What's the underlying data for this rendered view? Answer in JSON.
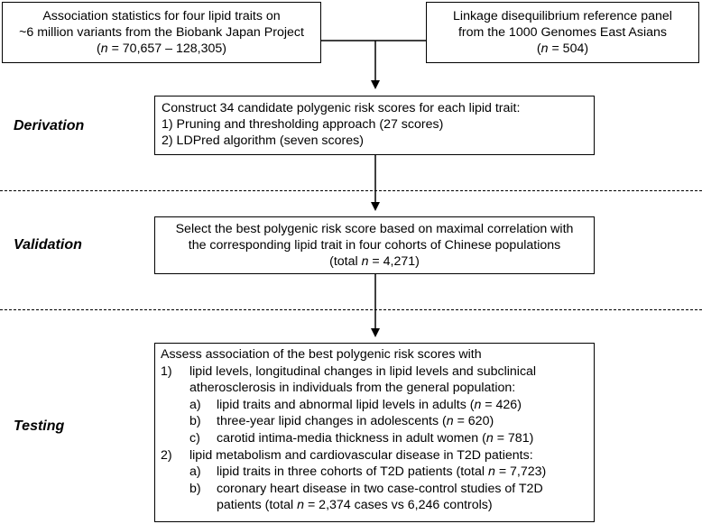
{
  "source_gwas": {
    "line1": "Association statistics for four lipid traits on",
    "line2": "~6 million variants from the Biobank Japan Project",
    "n_prefix": "(",
    "n_symbol": "n",
    "n_suffix": " = 70,657 – 128,305)"
  },
  "source_ld": {
    "line1": "Linkage disequilibrium reference panel",
    "line2": "from the 1000 Genomes East Asians",
    "n_prefix": "(",
    "n_symbol": "n",
    "n_suffix": " = 504)"
  },
  "stages": {
    "derivation": "Derivation",
    "validation": "Validation",
    "testing": "Testing"
  },
  "derivation_box": {
    "line1": "Construct 34 candidate polygenic risk scores for each lipid trait:",
    "line2": "1) Pruning and thresholding approach (27 scores)",
    "line3": "2) LDPred algorithm (seven scores)"
  },
  "validation_box": {
    "line1": "Select the best polygenic risk score based on maximal correlation with",
    "line2": "the corresponding lipid trait in four cohorts of Chinese populations",
    "n_prefix": "(total ",
    "n_symbol": "n",
    "n_suffix": " = 4,271)"
  },
  "testing_box": {
    "intro": "Assess association of the best polygenic risk scores with",
    "item1": {
      "marker": "1)",
      "line1": "lipid levels, longitudinal changes in lipid levels and subclinical",
      "line2": "atherosclerosis in individuals from the general population:",
      "subitems": [
        {
          "marker": "a)",
          "text": "lipid traits and abnormal lipid levels in adults (",
          "n_symbol": "n",
          "n_suffix": " = 426)"
        },
        {
          "marker": "b)",
          "text": "three-year lipid changes in adolescents (",
          "n_symbol": "n",
          "n_suffix": " = 620)"
        },
        {
          "marker": "c)",
          "text": "carotid intima-media thickness in adult women (",
          "n_symbol": "n",
          "n_suffix": " = 781)"
        }
      ]
    },
    "item2": {
      "marker": "2)",
      "line1": "lipid metabolism and cardiovascular disease in T2D patients:",
      "subitems": [
        {
          "marker": "a)",
          "text": "lipid traits in three cohorts of T2D patients (total ",
          "n_symbol": "n",
          "n_suffix": " = 7,723)"
        },
        {
          "marker": "b)",
          "text": "coronary heart disease in two case-control studies of T2D",
          "line2_prefix": "patients (total ",
          "n_symbol": "n",
          "n_suffix": " = 2,374 cases vs 6,246 controls)"
        }
      ]
    }
  }
}
